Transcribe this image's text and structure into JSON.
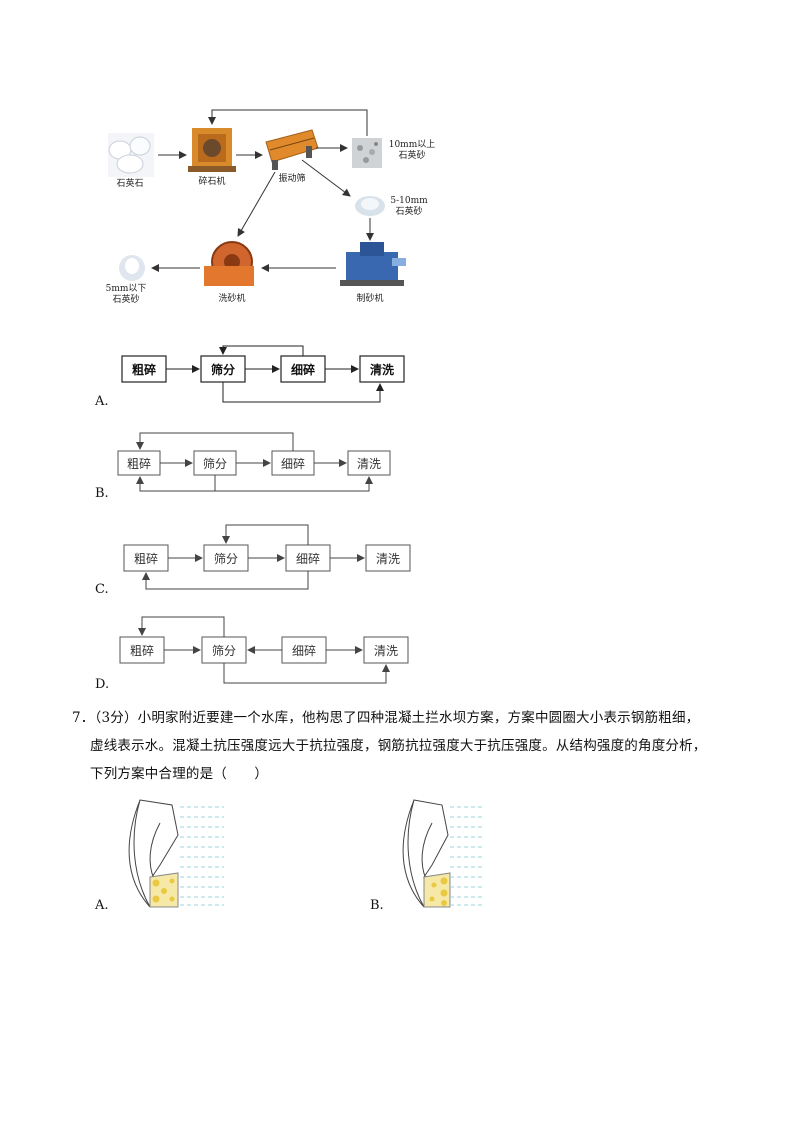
{
  "process_diagram": {
    "nodes": {
      "quartz_stone": "石英石",
      "stone_crusher": "碎石机",
      "vibrating_screen": "振动筛",
      "sand_over_10mm": [
        "10mm以上",
        "石英砂"
      ],
      "sand_5_10mm": [
        "5-10mm",
        "石英砂"
      ],
      "sand_maker": "制砂机",
      "sand_washer": "洗砂机",
      "sand_under_5mm": [
        "5mm以下",
        "石英砂"
      ]
    }
  },
  "q6_options": [
    {
      "letter": "A.",
      "boxes": [
        "粗碎",
        "筛分",
        "细碎",
        "清洗"
      ]
    },
    {
      "letter": "B.",
      "boxes": [
        "粗碎",
        "筛分",
        "细碎",
        "清洗"
      ]
    },
    {
      "letter": "C.",
      "boxes": [
        "粗碎",
        "筛分",
        "细碎",
        "清洗"
      ]
    },
    {
      "letter": "D.",
      "boxes": [
        "粗碎",
        "筛分",
        "细碎",
        "清洗"
      ]
    }
  ],
  "q7": {
    "number": "7．",
    "score": "（3分）",
    "line1": "小明家附近要建一个水库，他构思了四种混凝土拦水坝方案，方案中圆圈大小表示钢筋粗细，",
    "line2": "虚线表示水。混凝土抗压强度远大于抗拉强度，钢筋抗拉强度大于抗压强度。从结构强度的角度分析，",
    "line3": "下列方案中合理的是（　　）",
    "options": [
      "A.",
      "B."
    ]
  }
}
